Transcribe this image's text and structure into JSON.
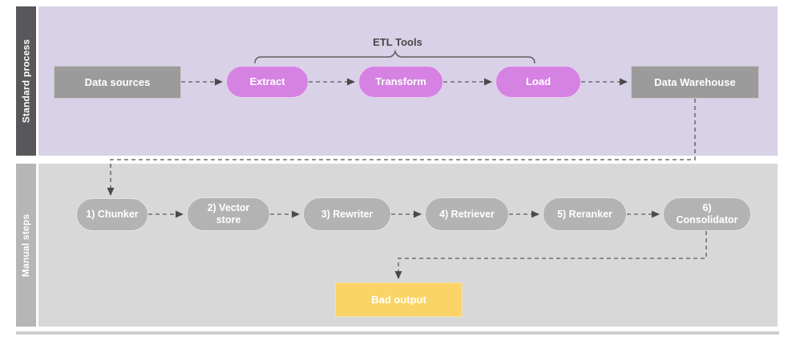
{
  "diagram": {
    "lanes": {
      "standard": {
        "label": "Standard process"
      },
      "manual": {
        "label": "Manual steps"
      }
    },
    "standard": {
      "group_label": "ETL Tools",
      "nodes": {
        "data_sources": {
          "label": "Data sources"
        },
        "extract": {
          "label": "Extract"
        },
        "transform": {
          "label": "Transform"
        },
        "load": {
          "label": "Load"
        },
        "data_warehouse": {
          "label": "Data Warehouse"
        }
      }
    },
    "manual": {
      "nodes": {
        "chunker": {
          "label": "1) Chunker"
        },
        "vector_store": {
          "label": "2) Vector store"
        },
        "rewriter": {
          "label": "3) Rewriter"
        },
        "retriever": {
          "label": "4) Retriever"
        },
        "reranker": {
          "label": "5) Reranker"
        },
        "consolidator": {
          "label": "6) Consolidator"
        },
        "bad_output": {
          "label": "Bad output"
        }
      }
    },
    "colors": {
      "lane_standard_strip": "#58585b",
      "lane_standard_body": "#d8d1e7",
      "lane_manual_strip": "#b6b6b6",
      "lane_manual_body": "#d8d8d8",
      "etl_pill": "#d582e2",
      "gray_box": "#9b9b9b",
      "gray_pill": "#b3b3b3",
      "bad_output_box": "#fad466",
      "connector": "#6f6f6f",
      "arrowhead": "#4a4a4a"
    }
  }
}
